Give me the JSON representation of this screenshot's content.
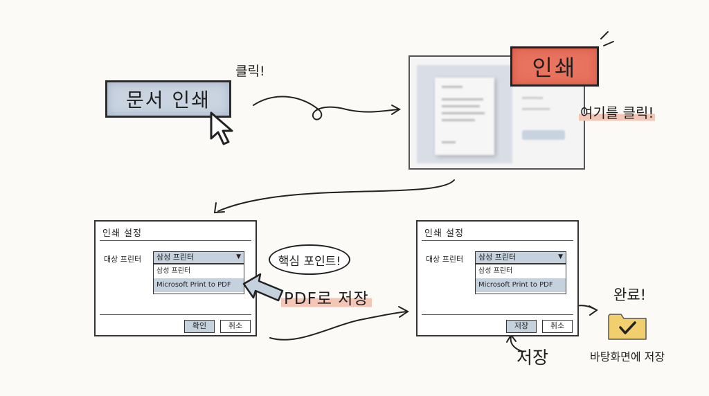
{
  "step1": {
    "button_label": "문서 인쇄",
    "note": "클릭!"
  },
  "step2": {
    "print_button_label": "인쇄",
    "note": "여기를 클릭!"
  },
  "dialog_left": {
    "title": "인쇄 설정",
    "printer_label": "대상 프린터",
    "selected": "삼성 프린터",
    "options": [
      "삼성 프린터",
      "Microsoft Print to PDF"
    ],
    "ok_label": "확인",
    "cancel_label": "취소"
  },
  "callout": {
    "bubble": "핵심 포인트!",
    "highlight": "PDF로 저장"
  },
  "dialog_right": {
    "title": "인쇄 설정",
    "printer_label": "대상 프린터",
    "selected": "삼성 프린터",
    "options": [
      "삼성 프린터",
      "Microsoft Print to PDF"
    ],
    "save_label": "저장",
    "cancel_label": "취소"
  },
  "finish": {
    "done": "완료!",
    "save_note": "저장",
    "desktop_note": "바탕화면에 저장"
  },
  "colors": {
    "accent_red": "#e8735f",
    "accent_blue": "#c6d1de",
    "folder": "#f2cf6e"
  }
}
